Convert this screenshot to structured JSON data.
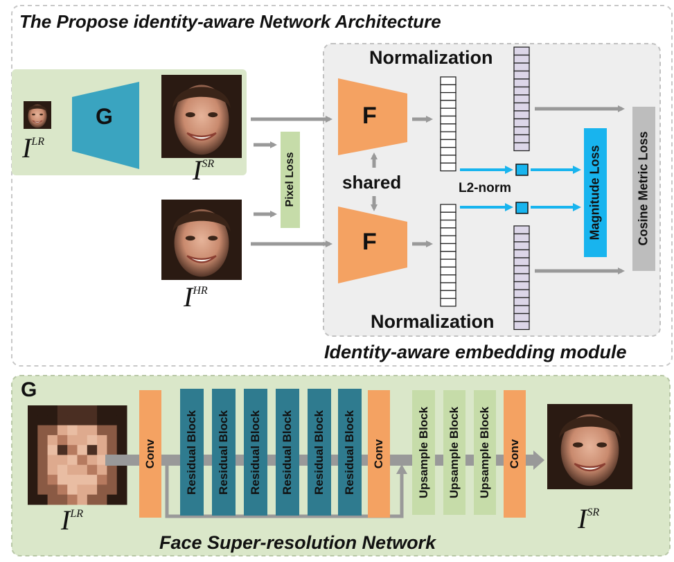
{
  "top": {
    "title": "The Propose identity-aware  Network Architecture",
    "g_label": "G",
    "f_label": "F",
    "pixel_loss": "Pixel Loss",
    "shared": "shared",
    "normalization": "Normalization",
    "l2_norm": "L2-norm",
    "magnitude_loss": "Magnitude Loss",
    "cosine_loss": "Cosine Metric Loss",
    "embedding_caption": "Identity-aware embedding module",
    "math": {
      "I": "I",
      "lr": "LR",
      "sr": "SR",
      "hr": "HR"
    }
  },
  "bottom": {
    "g_label": "G",
    "caption": "Face Super-resolution Network",
    "blocks": [
      "Conv",
      "Residual Block",
      "Residual Block",
      "Residual Block",
      "Residual Block",
      "Residual Block",
      "Residual Block",
      "Conv",
      "Upsample Block",
      "Upsample Block",
      "Upsample Block",
      "Conv"
    ]
  },
  "colors": {
    "green_bg": "#dae7c9",
    "teal": "#3aa4c0",
    "orange": "#f4a262",
    "residual": "#2f7b8f",
    "upsample": "#c6dca9",
    "blue_arrow": "#18b4ee",
    "gray_arrow": "#999999",
    "panel_gray": "#eeeeee",
    "lavender": "#dcd6e8"
  }
}
